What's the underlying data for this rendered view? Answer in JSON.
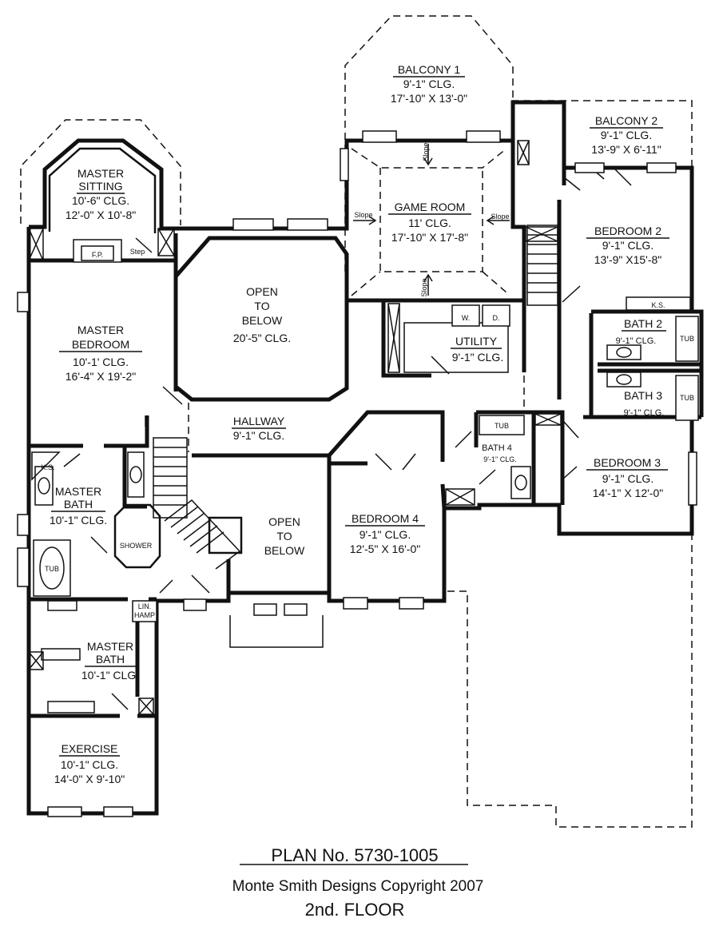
{
  "rooms": {
    "balcony1": {
      "name": "BALCONY 1",
      "clg": "9'-1\" CLG.",
      "dims": "17'-10\" X 13'-0\""
    },
    "balcony2": {
      "name": "BALCONY 2",
      "clg": "9'-1\" CLG.",
      "dims": "13'-9\" X 6'-11\""
    },
    "master_sitting": {
      "name1": "MASTER",
      "name2": "SITTING",
      "clg": "10'-6\" CLG.",
      "dims": "12'-0\" X 10'-8\""
    },
    "game_room": {
      "name": "GAME ROOM",
      "clg": "11' CLG.",
      "dims": "17'-10\" X 17'-8\""
    },
    "bedroom2": {
      "name": "BEDROOM 2",
      "clg": "9'-1\" CLG.",
      "dims": "13'-9\" X15'-8\""
    },
    "open_upper": {
      "l1": "OPEN",
      "l2": "TO",
      "l3": "BELOW",
      "clg": "20'-5\" CLG."
    },
    "master_bedroom": {
      "name1": "MASTER",
      "name2": "BEDROOM",
      "clg": "10'-1' CLG.",
      "dims": "16'-4\" X 19'-2\""
    },
    "utility": {
      "name": "UTILITY",
      "clg": "9'-1\" CLG.",
      "w": "W.",
      "d": "D."
    },
    "bath2": {
      "name": "BATH 2",
      "clg": "9'-1\" CLG."
    },
    "bath3": {
      "name": "BATH 3",
      "clg": "9'-1\" CLG."
    },
    "hallway": {
      "name": "HALLWAY",
      "clg": "9'-1\" CLG."
    },
    "bath4": {
      "name": "BATH 4",
      "clg": "9'-1\" CLG."
    },
    "bedroom3": {
      "name": "BEDROOM 3",
      "clg": "9'-1\" CLG.",
      "dims": "14'-1\" X 12'-0\""
    },
    "master_bath1": {
      "name1": "MASTER",
      "name2": "BATH",
      "clg": "10'-1\" CLG."
    },
    "open_lower": {
      "l1": "OPEN",
      "l2": "TO",
      "l3": "BELOW"
    },
    "bedroom4": {
      "name": "BEDROOM 4",
      "clg": "9'-1\" CLG.",
      "dims": "12'-5\" X 16'-0\""
    },
    "master_bath2": {
      "name1": "MASTER",
      "name2": "BATH",
      "clg": "10'-1\" CLG."
    },
    "exercise": {
      "name": "EXERCISE",
      "clg": "10'-1\" CLG.",
      "dims": "14'-0\" X 9'-10\""
    }
  },
  "fixtures": {
    "fp": "F.P.",
    "step": "Step",
    "slope": "Slope",
    "ks": "K.S.",
    "tub": "TUB",
    "shower": "SHOWER",
    "lin": "LIN.",
    "hamp": "HAMP"
  },
  "titleblock": {
    "plan": "PLAN No. 5730-1005",
    "copyright": "Monte Smith Designs Copyright 2007",
    "floor": "2nd. FLOOR"
  }
}
